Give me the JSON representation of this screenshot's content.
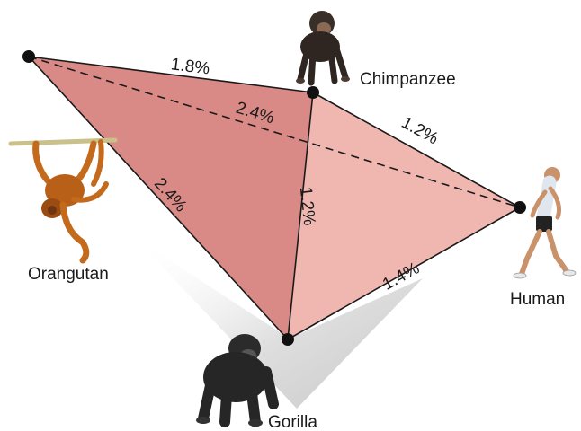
{
  "species": {
    "orangutan": "Orangutan",
    "chimpanzee": "Chimpanzee",
    "human": "Human",
    "gorilla": "Gorilla"
  },
  "distances": {
    "orangutan_chimpanzee": "1.8%",
    "orangutan_human": "2.4%",
    "orangutan_gorilla": "2.4%",
    "chimpanzee_gorilla": "1.2%",
    "chimpanzee_human": "1.2%",
    "gorilla_human": "1.4%"
  },
  "colors": {
    "face_dark": "#d98b88",
    "face_light": "#f0bcb6",
    "face_top": "#f5d7d2",
    "shadow": "#d9d9d9",
    "edge": "#1a1a1a"
  },
  "icons": {
    "orangutan": "orangutan-hanging-icon",
    "chimpanzee": "chimpanzee-icon",
    "human": "walking-human-icon",
    "gorilla": "gorilla-icon"
  }
}
